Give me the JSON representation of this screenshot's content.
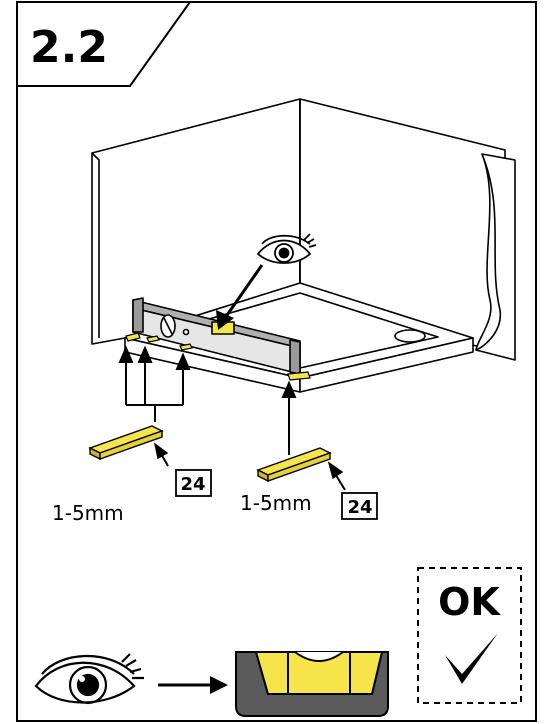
{
  "step": {
    "number": "2.2"
  },
  "shims": [
    {
      "thickness": "1-5mm",
      "part_number": "24"
    },
    {
      "thickness": "1-5mm",
      "part_number": "24"
    }
  ],
  "result": {
    "ok_label": "OK"
  },
  "icons": [
    "eye-icon",
    "arrow-icon",
    "spirit-level-bubble-icon",
    "checkmark-icon"
  ],
  "colors": {
    "shim": "#f5e44a",
    "level": "#9a9a9a",
    "vial": "#f5e44a",
    "outline": "#000000"
  }
}
